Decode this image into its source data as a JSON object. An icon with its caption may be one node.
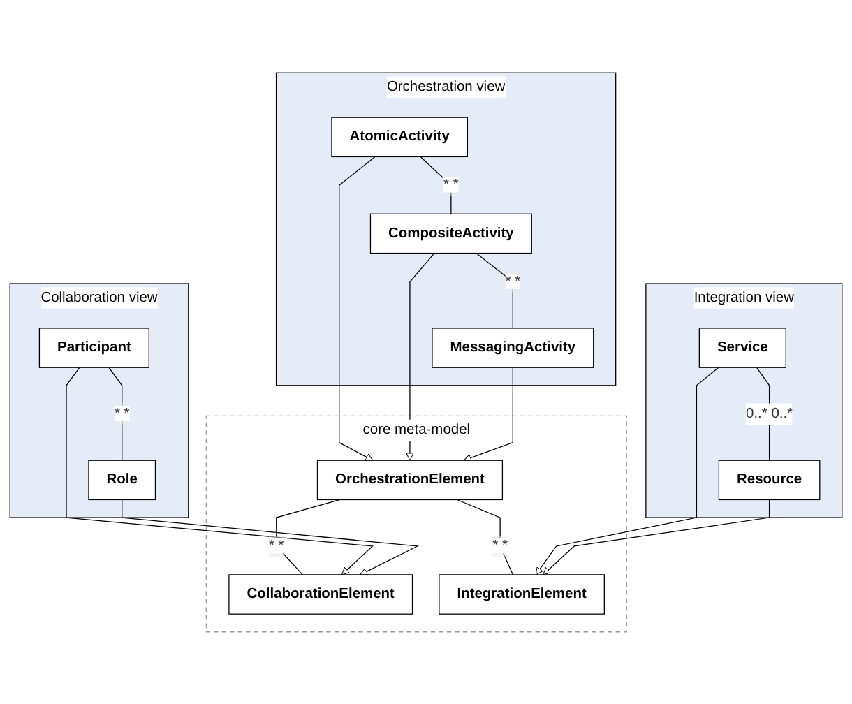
{
  "diagram": {
    "nodes": [
      {
        "text": [
          "Orchestration view"
        ]
      },
      {
        "text": [
          "AtomicActivity"
        ],
        "in": 0
      },
      {
        "text": [
          "CompositeActivity"
        ],
        "in": 0
      },
      {
        "text": [
          "MessagingActivity"
        ],
        "in": 0
      },
      {
        "text": [
          "core meta-model"
        ]
      },
      {
        "text": [
          "OrchestrationElement"
        ],
        "in": 4
      },
      {
        "text": [
          "Collaboration view"
        ]
      },
      {
        "text": [
          "CollaborationElement"
        ],
        "in": 4
      },
      {
        "text": [
          "Participant"
        ],
        "in": 6
      },
      {
        "text": [
          "Role"
        ],
        "in": 6
      },
      {
        "text": [
          "Integration view"
        ]
      },
      {
        "text": [
          "IntegrationElement"
        ],
        "in": 4
      },
      {
        "text": [
          "Service"
        ],
        "in": 10
      },
      {
        "text": [
          "Resource"
        ],
        "in": 10
      }
    ],
    "edges": [
      {
        "from": 1,
        "to": 2,
        "arrow": "none",
        "label": "* *"
      },
      {
        "from": 2,
        "to": 3,
        "arrow": "none",
        "label": "* *"
      },
      {
        "from": 1,
        "to": 5,
        "arrow": "to"
      },
      {
        "from": 2,
        "to": 5,
        "arrow": "to"
      },
      {
        "from": 3,
        "to": 5,
        "arrow": "to"
      },
      {
        "from": 5,
        "to": 7,
        "arrow": "none",
        "label": "* *"
      },
      {
        "from": 5,
        "to": 11,
        "arrow": "none",
        "label": "* *"
      },
      {
        "from": 8,
        "to": 7,
        "arrow": "to"
      },
      {
        "from": 9,
        "to": 7,
        "arrow": "to"
      },
      {
        "from": 8,
        "to": 9,
        "arrow": "none",
        "label": "* *"
      },
      {
        "from": 12,
        "to": 11,
        "arrow": "to"
      },
      {
        "from": 13,
        "to": 11,
        "arrow": "to"
      },
      {
        "from": 12,
        "to": 13,
        "arrow": "none",
        "label": "0..* 0..*"
      }
    ]
  }
}
